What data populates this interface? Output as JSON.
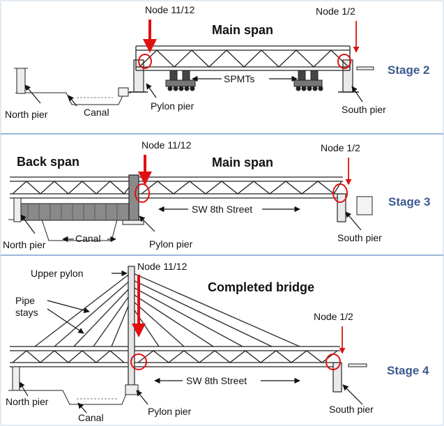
{
  "panels": [
    {
      "title": "Main span",
      "stage": "Stage 2",
      "node_left": "Node 11/12",
      "node_right": "Node 1/2",
      "spmts": "SPMTs",
      "north_pier": "North pier",
      "canal": "Canal",
      "pylon_pier": "Pylon pier",
      "south_pier": "South pier"
    },
    {
      "back_span": "Back span",
      "title": "Main span",
      "stage": "Stage 3",
      "node_left": "Node 11/12",
      "node_right": "Node 1/2",
      "street": "SW 8th Street",
      "north_pier": "North pier",
      "canal": "Canal",
      "pylon_pier": "Pylon pier",
      "south_pier": "South pier"
    },
    {
      "title": "Completed bridge",
      "stage": "Stage 4",
      "upper_pylon": "Upper pylon",
      "pipe_stays": "Pipe\nstays",
      "node_left": "Node 11/12",
      "node_right": "Node 1/2",
      "street": "SW 8th Street",
      "north_pier": "North pier",
      "canal": "Canal",
      "pylon_pier": "Pylon pier",
      "south_pier": "South pier"
    }
  ],
  "colors": {
    "highlight": "#e01010",
    "stage_text": "#3c5a8f",
    "divider": "#9ab8d8"
  }
}
